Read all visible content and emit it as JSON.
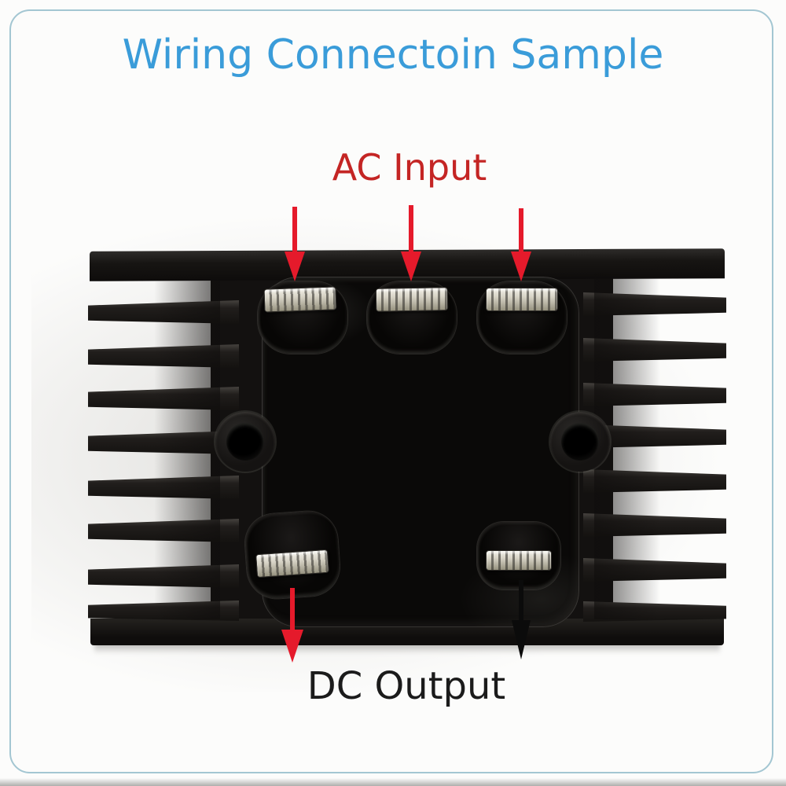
{
  "title": {
    "text": "Wiring Connectoin Sample"
  },
  "labels": {
    "ac_input": "AC Input",
    "dc_output": "DC Output"
  },
  "colors": {
    "title_blue": "#3a9cd9",
    "ac_label_red": "#c42524",
    "arrow_red": "#e51a2b",
    "arrow_black": "#0b0b0b",
    "dc_label_black": "#1b1b1b",
    "frame_border_blue": "#a3c6d2",
    "device_black": "#131110",
    "terminal_metal": "#d7d3c6"
  },
  "device": {
    "description": "black finned heatsink rectifier module",
    "ac_terminal_count": 3,
    "dc_terminal_count": 2
  }
}
